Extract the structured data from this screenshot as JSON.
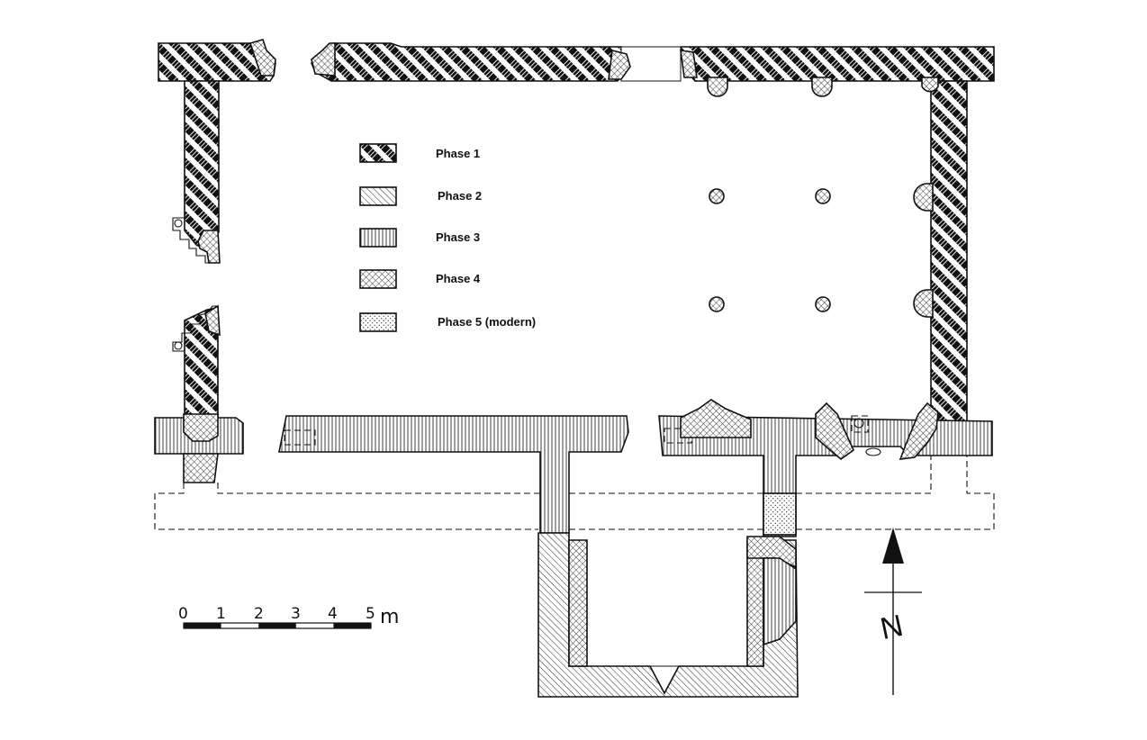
{
  "legend": {
    "items": [
      {
        "label": "Phase 1",
        "pattern": "phase1"
      },
      {
        "label": "Phase 2",
        "pattern": "phase2"
      },
      {
        "label": "Phase 3",
        "pattern": "phase3"
      },
      {
        "label": "Phase 4",
        "pattern": "phase4"
      },
      {
        "label": "Phase 5 (modern)",
        "pattern": "phase5"
      }
    ]
  },
  "scale_bar": {
    "ticks": [
      "0",
      "1",
      "2",
      "3",
      "4",
      "5"
    ],
    "unit": "m"
  },
  "north_arrow": {
    "label": "N"
  },
  "colors": {
    "ink": "#111111",
    "paper": "#ffffff"
  }
}
